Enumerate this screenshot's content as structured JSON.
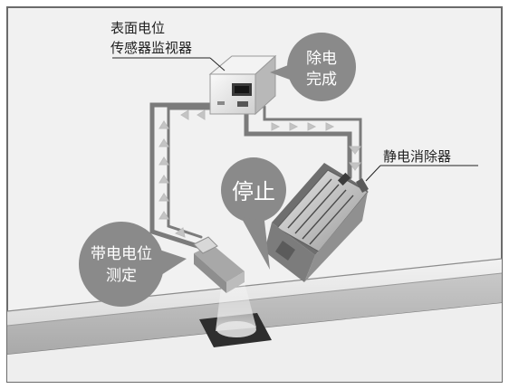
{
  "labels": {
    "surface_monitor": [
      "表面电位",
      "传感器监视器"
    ],
    "bubble_done": [
      "除电",
      "完成"
    ],
    "ionizer": "静电消除器",
    "bubble_stop": "停止",
    "bubble_measure": [
      "带电电位",
      "测定"
    ]
  },
  "colors": {
    "background": "#f1f1f1",
    "frame": "#6b6b6b",
    "bubble": "#8a8a8a",
    "bubble_text": "#ffffff",
    "cable": "#7b7b7b",
    "label_text": "#222222"
  }
}
